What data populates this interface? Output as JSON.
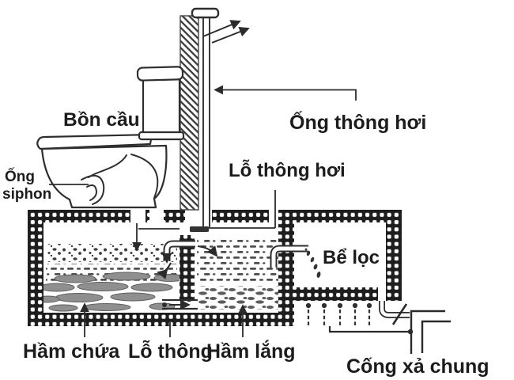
{
  "labels": {
    "toilet": "Bồn cầu",
    "siphon_line1": "Ống",
    "siphon_line2": "siphon",
    "vent_pipe": "Ống thông hơi",
    "vent_hole": "Lỗ thông hơi",
    "filter_tank": "Bể lọc",
    "containment_tank": "Hầm chứa",
    "through_hole": "Lỗ thông",
    "settling_tank": "Hầm lắng",
    "common_drain": "Cống xả chung"
  },
  "colors": {
    "ink": "#2b2b2b",
    "background": "#ffffff",
    "sludge_gray": "#8f8f8f",
    "wall_dark": "#1e1e1e"
  }
}
